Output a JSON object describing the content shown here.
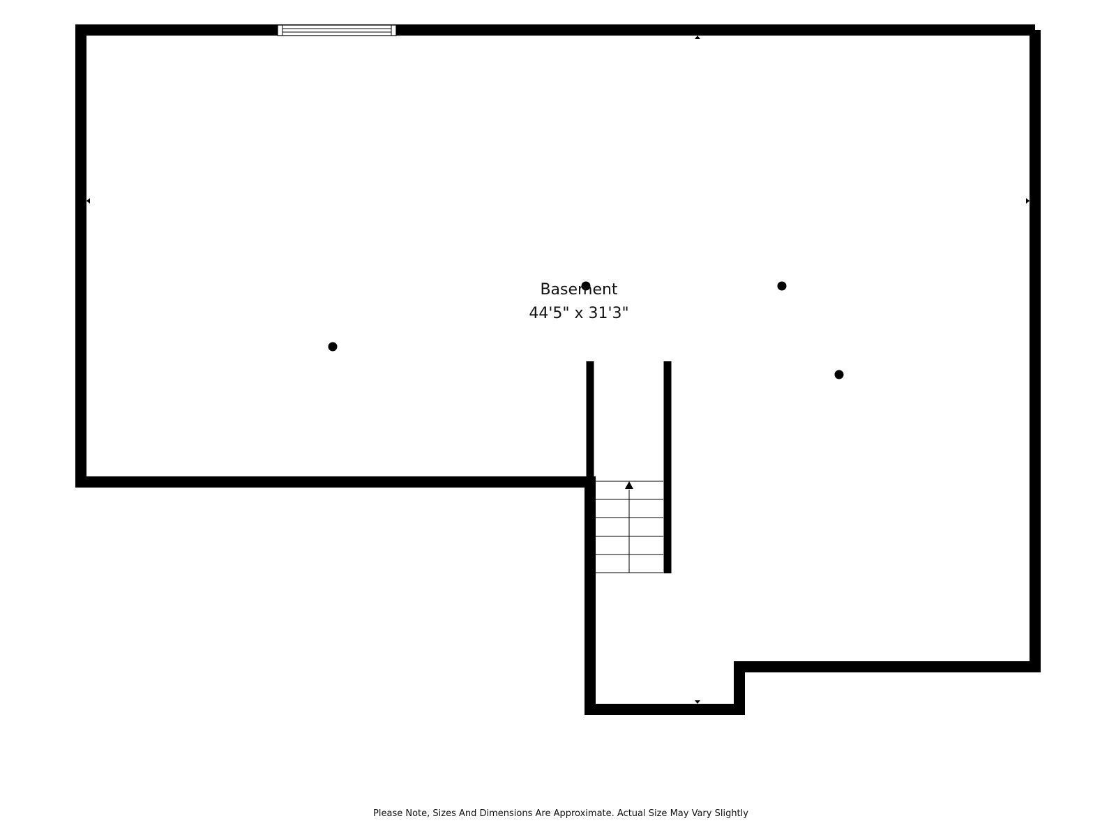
{
  "room": {
    "name": "Basement",
    "dimensions": "44'5\" x 31'3\""
  },
  "footer": {
    "note": "Please Note, Sizes And Dimensions Are Approximate. Actual Size May Vary Slightly"
  },
  "colors": {
    "wall": "#000000",
    "background": "#ffffff",
    "text": "#111111"
  },
  "icons": {
    "stair_direction": "arrow-up-icon",
    "dimension_marker": "triangle-marker-icon",
    "column": "support-post-icon"
  }
}
